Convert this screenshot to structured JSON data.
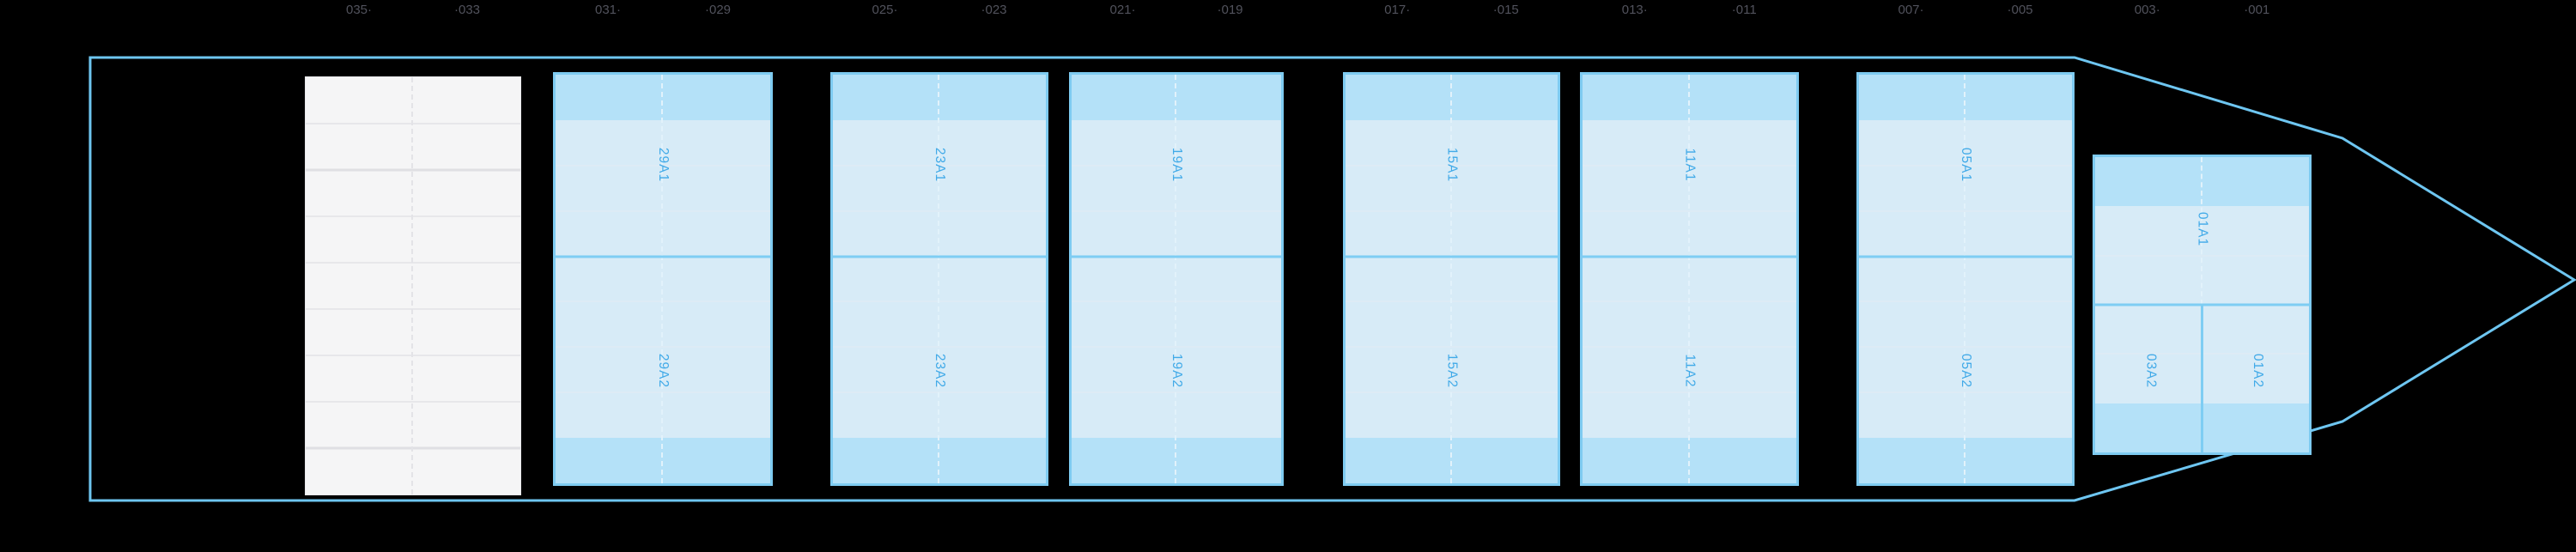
{
  "plan": {
    "blocks": [
      {
        "id": "hold-empty",
        "ticks": [
          "035·",
          "·033"
        ],
        "labels": []
      },
      {
        "id": "bay-29",
        "ticks": [
          "031·",
          "·029"
        ],
        "labels": [
          "29A1",
          "29A2"
        ]
      },
      {
        "id": "bay-23",
        "ticks": [
          "025·",
          "·023"
        ],
        "labels": [
          "23A1",
          "23A2"
        ]
      },
      {
        "id": "bay-19",
        "ticks": [
          "021·",
          "·019"
        ],
        "labels": [
          "19A1",
          "19A2"
        ]
      },
      {
        "id": "bay-15",
        "ticks": [
          "017·",
          "·015"
        ],
        "labels": [
          "15A1",
          "15A2"
        ]
      },
      {
        "id": "bay-11",
        "ticks": [
          "013·",
          "·011"
        ],
        "labels": [
          "11A1",
          "11A2"
        ]
      },
      {
        "id": "bay-05",
        "ticks": [
          "007·",
          "·005"
        ],
        "labels": [
          "05A1",
          "05A2"
        ]
      },
      {
        "id": "bay-bow",
        "ticks": [
          "003·",
          "·001"
        ],
        "labels": [
          "01A1",
          "03A2",
          "01A2"
        ]
      }
    ],
    "colors": {
      "background": "#000000",
      "hull_outline": "#6EC6F1",
      "bay_border": "#7ECBF1",
      "bay_fill": "#D7EBF7",
      "bay_band": "#B4E1F8",
      "bay_row_divider": "#DDEBF5",
      "bay_half_divider": "#7ECDF3",
      "bay_label_text": "#41AAE8",
      "axis_tick_text": "#51525C",
      "hold_fill": "#F5F5F6",
      "hold_divider": "#E7E7EA",
      "hold_divider_strong": "#DFDFE3"
    }
  }
}
